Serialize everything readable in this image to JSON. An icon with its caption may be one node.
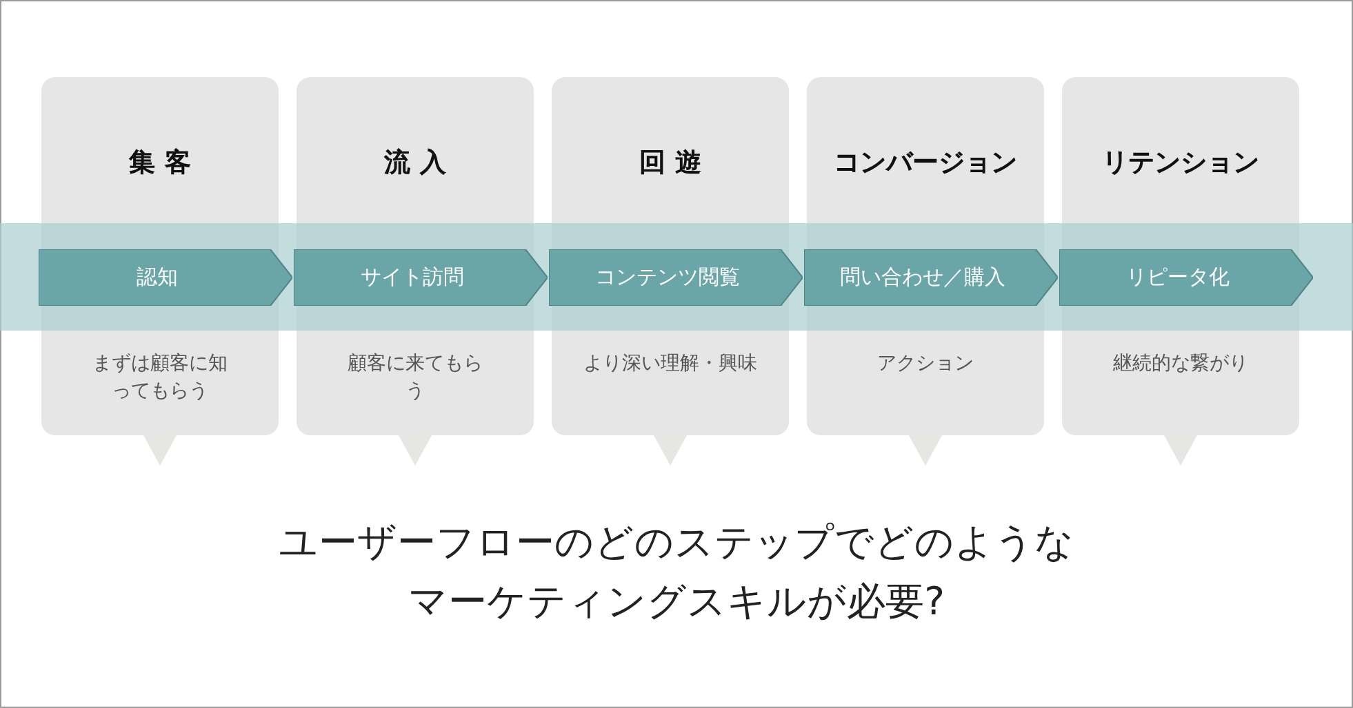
{
  "diagram": {
    "nodes": [
      {
        "text": [
          "集 客",
          "まずは顧客に知ってもらう"
        ]
      },
      {
        "text": [
          "流 入",
          "顧客に来てもらう"
        ]
      },
      {
        "text": [
          "回 遊",
          "より深い理解・興味"
        ]
      },
      {
        "text": [
          "コンバージョン",
          "アクション"
        ]
      },
      {
        "text": [
          "リテンション",
          "継続的な繋がり"
        ]
      },
      {
        "text": [
          "認知"
        ]
      },
      {
        "text": [
          "サイト訪問"
        ]
      },
      {
        "text": [
          "コンテンツ閲覧"
        ]
      },
      {
        "text": [
          "問い合わせ／購入"
        ]
      },
      {
        "text": [
          "リピータ化"
        ]
      }
    ],
    "labels": [
      "ユーザーフローのどのステップでどのようなマーケティングスキルが必要?"
    ]
  }
}
